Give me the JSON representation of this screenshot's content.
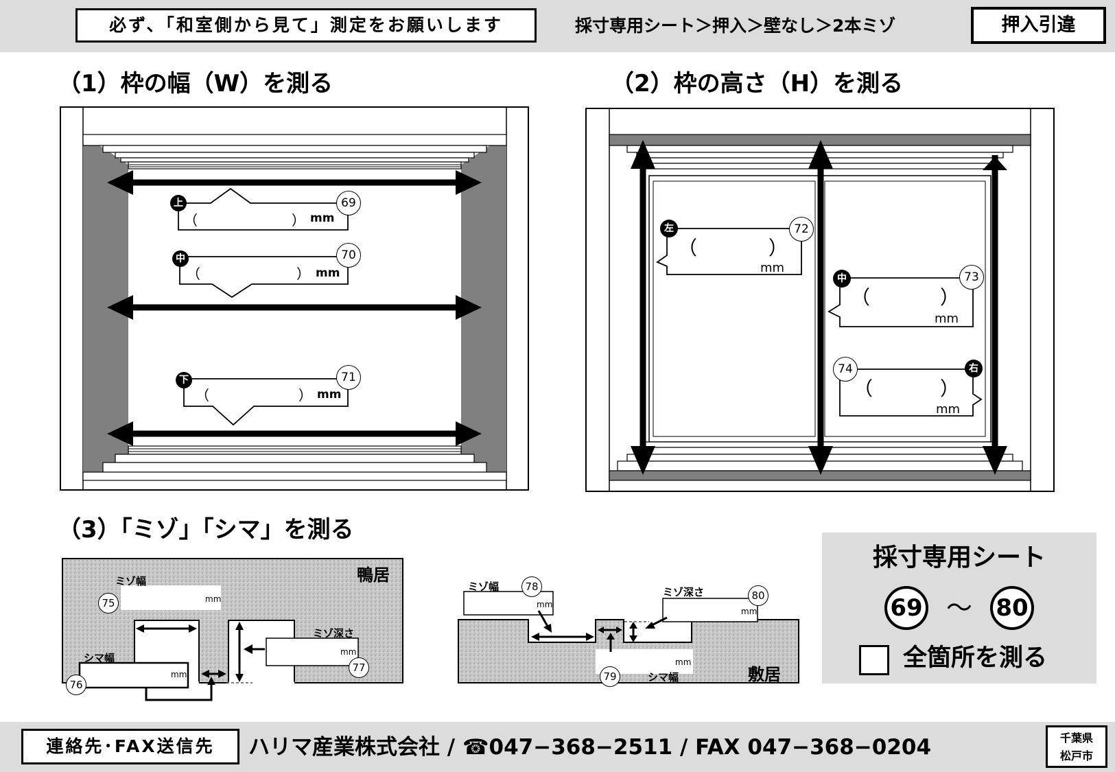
{
  "header": {
    "notice": "必ず、「和室側から見て」測定をお願いします",
    "breadcrumb": "採寸専用シート＞押入＞壁なし＞2本ミゾ",
    "badge": "押入引違"
  },
  "sections": {
    "width_title": "（1）枠の幅（W）を測る",
    "height_title": "（2）枠の高さ（H）を測る",
    "groove_title": "（3）「ミゾ」「シマ」を測る"
  },
  "width_fields": [
    {
      "tag": "上",
      "num": "69",
      "paren_open": "（",
      "paren_close": "）",
      "unit": "mm"
    },
    {
      "tag": "中",
      "num": "70",
      "paren_open": "（",
      "paren_close": "）",
      "unit": "mm"
    },
    {
      "tag": "下",
      "num": "71",
      "paren_open": "（",
      "paren_close": "）",
      "unit": "mm"
    }
  ],
  "height_fields": [
    {
      "tag": "左",
      "num": "72",
      "paren_open": "（",
      "paren_close": "）",
      "unit": "mm"
    },
    {
      "tag": "中",
      "num": "73",
      "paren_open": "（",
      "paren_close": "）",
      "unit": "mm"
    },
    {
      "tag": "右",
      "num": "74",
      "paren_open": "（",
      "paren_close": "）",
      "unit": "mm"
    }
  ],
  "kamoi": {
    "name": "鴨居",
    "groove_width_label": "ミゾ幅",
    "groove_width_num": "75",
    "island_width_label": "シマ幅",
    "island_width_num": "76",
    "groove_depth_label": "ミゾ深さ",
    "groove_depth_num": "77",
    "unit": "mm"
  },
  "shikii": {
    "name": "敷居",
    "groove_width_label": "ミゾ幅",
    "groove_width_num": "78",
    "island_width_label": "シマ幅",
    "island_width_num": "79",
    "groove_depth_label": "ミゾ深さ",
    "groove_depth_num": "80",
    "unit": "mm"
  },
  "sheet": {
    "title": "採寸専用シート",
    "range_start": "69",
    "range_sep": "～",
    "range_end": "80",
    "check_label": "全箇所を測る"
  },
  "footer": {
    "contact_label": "連絡先･FAX送信先",
    "company": "ハリマ産業株式会社 / ☎047−368−2511 / FAX 047−368−0204",
    "location_line1": "千葉県",
    "location_line2": "松戸市"
  }
}
